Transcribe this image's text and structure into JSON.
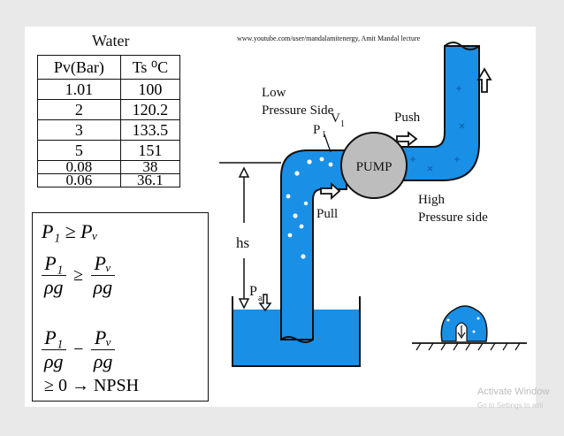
{
  "water_title": "Water",
  "credit": "www.youtube.com/user/mandalamitenergy, Amit Mandal lecture",
  "table": {
    "header_pv": "Pv(Bar)",
    "header_ts": "Ts ⁰C",
    "rows": [
      {
        "pv": "1.01",
        "ts": "100"
      },
      {
        "pv": "2",
        "ts": "120.2"
      },
      {
        "pv": "3",
        "ts": "133.5"
      },
      {
        "pv": "5",
        "ts": "151"
      },
      {
        "pv": "0.08",
        "ts": "38"
      },
      {
        "pv": "0.06",
        "ts": "36.1"
      }
    ]
  },
  "formulas": {
    "f1": "P₁ ≥ Pᵥ",
    "p1": "P₁",
    "pv": "Pᵥ",
    "rho_g": "ρg",
    "geq": "≥",
    "minus": "−",
    "tail": "≥ 0 → NPSH"
  },
  "labels": {
    "low_pressure_1": "Low",
    "low_pressure_2": "Pressure Side",
    "p1": "P",
    "p1_sub": "1",
    "v1": "V",
    "v1_sub": "1",
    "pump": "PUMP",
    "push": "Push",
    "pull": "Pull",
    "high_pressure_1": "High",
    "high_pressure_2": "Pressure side",
    "hs": "hs",
    "pa": "P",
    "pa_sub": "a"
  },
  "watermark": "Activate Window",
  "watermark_sub": "Go to Settings to acti",
  "colors": {
    "water": "#1a8fe6",
    "pump_fill": "#bdbdbd",
    "outline": "#111111"
  }
}
